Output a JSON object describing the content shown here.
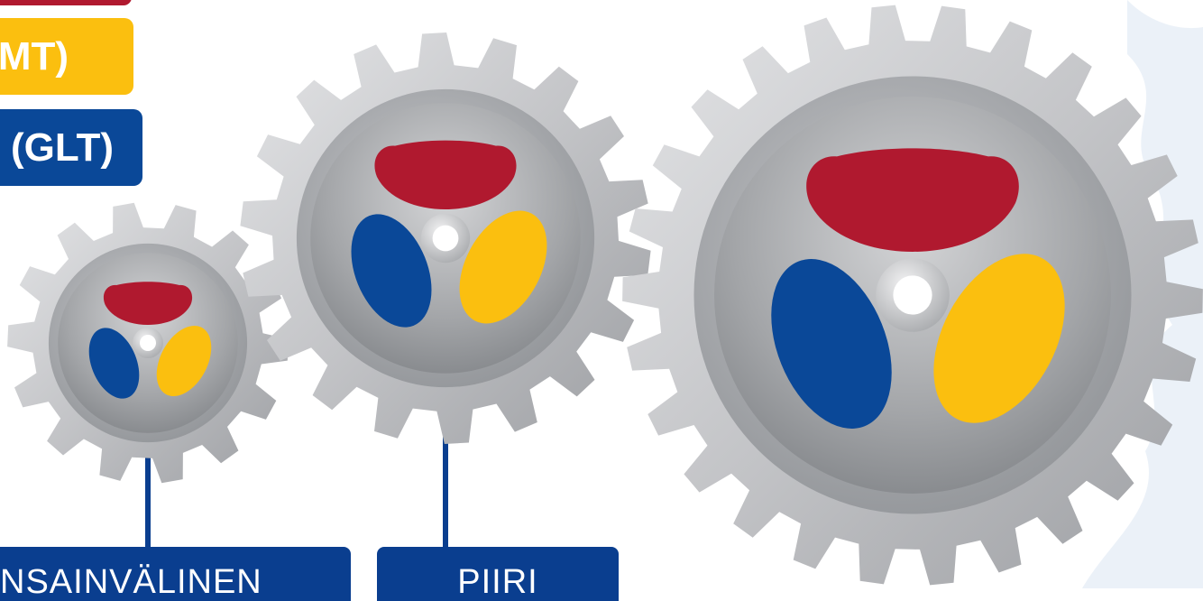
{
  "labels": {
    "red": {
      "text": "",
      "color": "#b0192f"
    },
    "yellow": {
      "text": "MT)",
      "color": "#fbbf0f"
    },
    "blue": {
      "text": "(GLT)",
      "color": "#0a4898"
    }
  },
  "bottom_labels": {
    "left": "NSAINVÄLINEN",
    "right": "PIIRI"
  },
  "colors": {
    "red": "#b0192f",
    "yellow": "#fbbf0f",
    "blue": "#0a4898",
    "navy": "#0a3e8f",
    "gear_outer": "#c9cacc",
    "gear_inner": "#8d9094",
    "background_watermark": "#dfe8f3"
  }
}
